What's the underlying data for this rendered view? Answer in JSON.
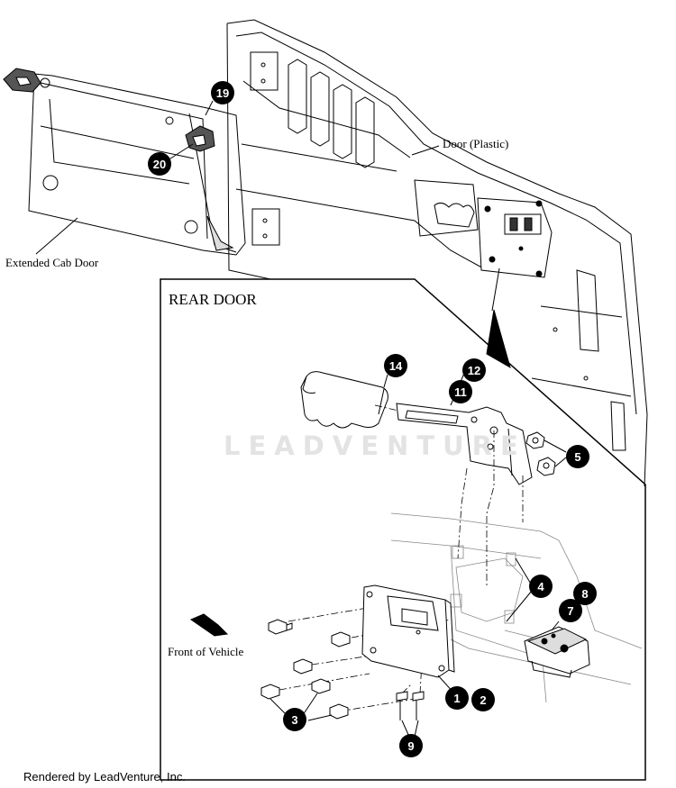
{
  "labels": {
    "door_plastic": "Door (Plastic)",
    "extended_cab_door": "Extended Cab Door",
    "front_of_vehicle": "Front of Vehicle",
    "inset_title": "REAR DOOR",
    "footer": "Rendered by LeadVenture, Inc.",
    "watermark": "LEADVENTURE"
  },
  "callouts": [
    {
      "id": "c19",
      "text": "19"
    },
    {
      "id": "c20",
      "text": "20"
    },
    {
      "id": "c14",
      "text": "14"
    },
    {
      "id": "c12",
      "text": "12"
    },
    {
      "id": "c11",
      "text": "11"
    },
    {
      "id": "c5",
      "text": "5"
    },
    {
      "id": "c4",
      "text": "4"
    },
    {
      "id": "c8",
      "text": "8"
    },
    {
      "id": "c7",
      "text": "7"
    },
    {
      "id": "c1",
      "text": "1"
    },
    {
      "id": "c2",
      "text": "2"
    },
    {
      "id": "c3",
      "text": "3"
    },
    {
      "id": "c9",
      "text": "9"
    }
  ],
  "colors": {
    "line": "#000000",
    "callout_fill": "#000000",
    "callout_text": "#ffffff",
    "ghost": "#9a9a9a"
  }
}
